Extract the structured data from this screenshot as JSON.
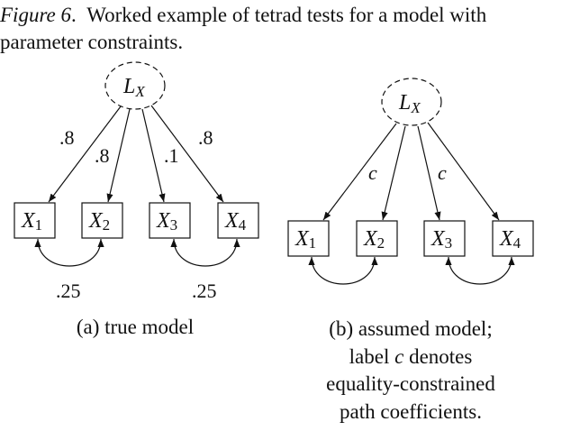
{
  "figure_caption": {
    "label": "Figure 6",
    "separator": ".",
    "line1": "Worked example of tetrad tests for a model with",
    "line2": "parameter constraints."
  },
  "diagrams": [
    {
      "id": "a",
      "latent": {
        "name": "L",
        "subscript": "X"
      },
      "observed": [
        {
          "name": "X",
          "subscript": "1"
        },
        {
          "name": "X",
          "subscript": "2"
        },
        {
          "name": "X",
          "subscript": "3"
        },
        {
          "name": "X",
          "subscript": "4"
        }
      ],
      "path_labels": [
        ".8",
        ".8",
        ".1",
        ".8"
      ],
      "covariances": [
        {
          "from": "X1",
          "to": "X2",
          "label": ".25"
        },
        {
          "from": "X3",
          "to": "X4",
          "label": ".25"
        }
      ],
      "subcaption": [
        "(a) true model"
      ]
    },
    {
      "id": "b",
      "latent": {
        "name": "L",
        "subscript": "X"
      },
      "observed": [
        {
          "name": "X",
          "subscript": "1"
        },
        {
          "name": "X",
          "subscript": "2"
        },
        {
          "name": "X",
          "subscript": "3"
        },
        {
          "name": "X",
          "subscript": "4"
        }
      ],
      "path_labels": [
        "c",
        "",
        "c",
        ""
      ],
      "covariances": [
        {
          "from": "X1",
          "to": "X2",
          "label": ""
        },
        {
          "from": "X3",
          "to": "X4",
          "label": ""
        }
      ],
      "subcaption": [
        "(b) assumed model;",
        "label c denotes",
        "equality-constrained",
        "path coefficients."
      ]
    }
  ]
}
